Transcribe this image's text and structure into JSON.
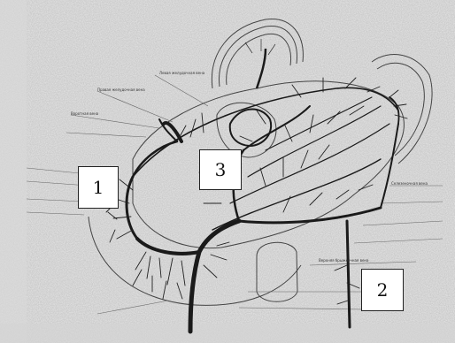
{
  "figure": {
    "labels": [
      {
        "id": "1",
        "text": "1"
      },
      {
        "id": "2",
        "text": "2"
      },
      {
        "id": "3",
        "text": "3"
      }
    ],
    "tiny_annotations": [
      "Левая желудочная вена",
      "Правая желудочная вена",
      "Воротная вена",
      "Селезеночная вена",
      "Верхняя брыжеечная вена"
    ]
  }
}
